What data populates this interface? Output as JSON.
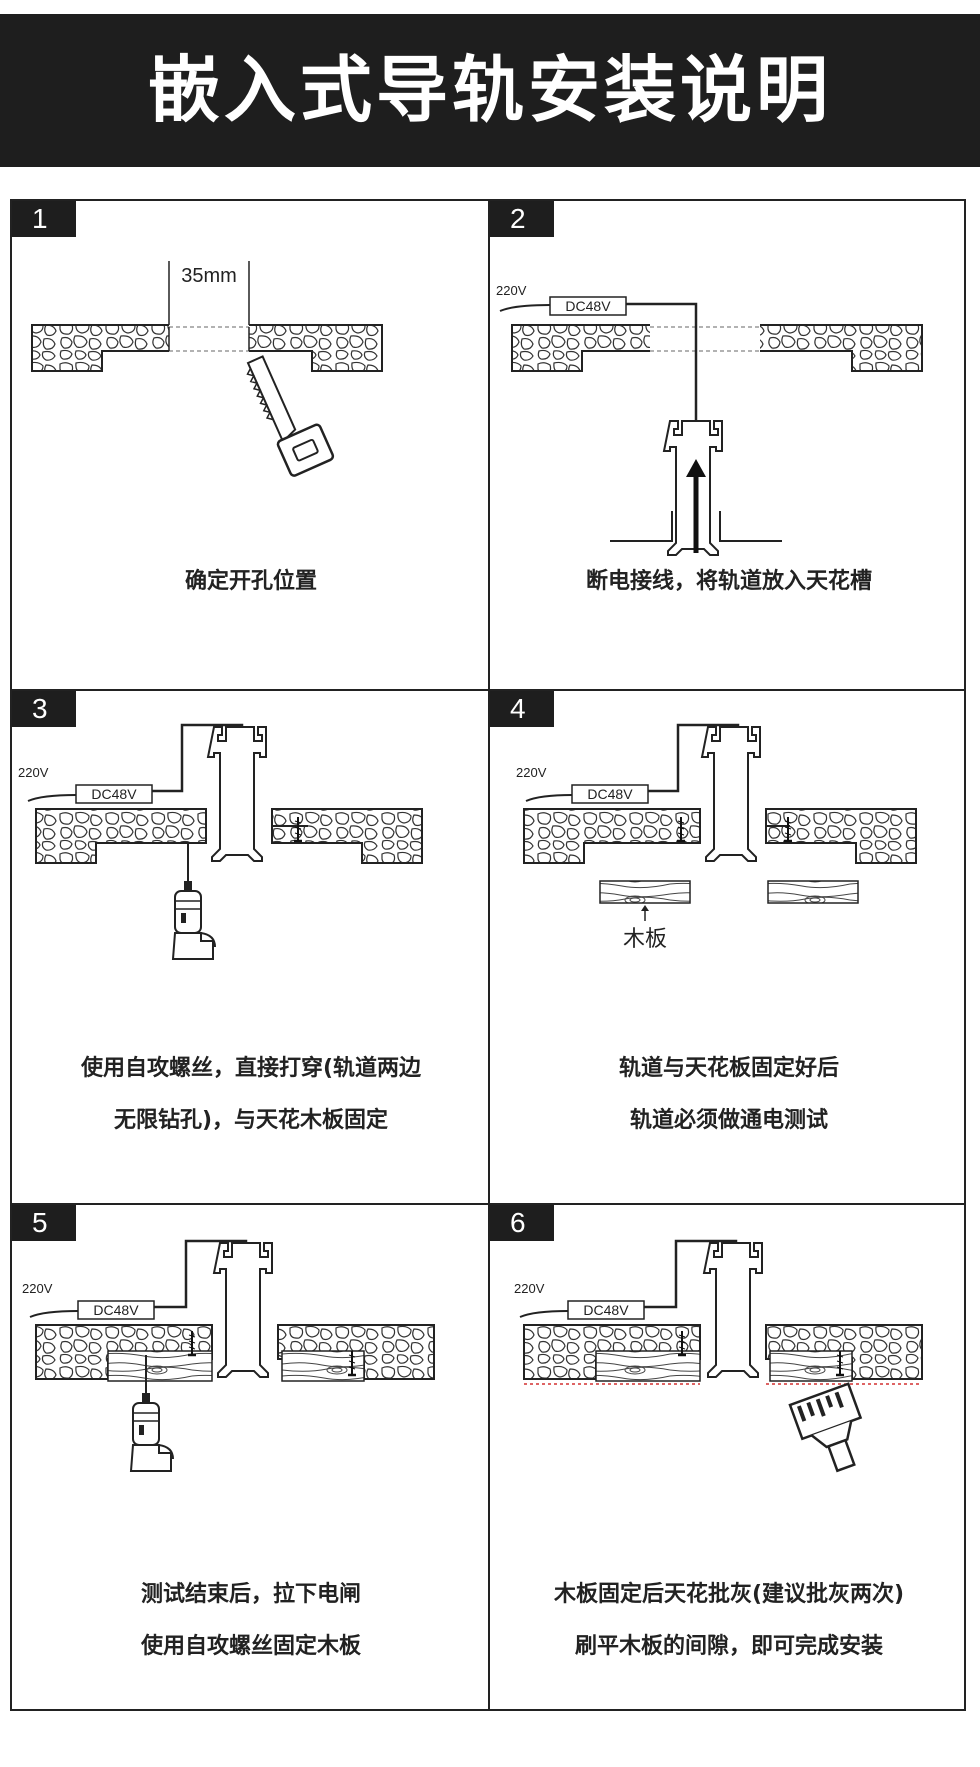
{
  "title": "嵌入式导轨安装说明",
  "steps": [
    {
      "num": "1",
      "caption_lines": [
        "确定开孔位置"
      ],
      "labels": {
        "dim": "35mm"
      }
    },
    {
      "num": "2",
      "caption_lines": [
        "断电接线，将轨道放入天花槽"
      ],
      "labels": {
        "voltage_in": "220V",
        "driver": "DC48V"
      }
    },
    {
      "num": "3",
      "caption_lines": [
        "使用自攻螺丝，直接打穿(轨道两边",
        "无限钻孔)，与天花木板固定"
      ],
      "labels": {
        "voltage_in": "220V",
        "driver": "DC48V"
      }
    },
    {
      "num": "4",
      "caption_lines": [
        "轨道与天花板固定好后",
        "轨道必须做通电测试"
      ],
      "labels": {
        "voltage_in": "220V",
        "driver": "DC48V",
        "wood": "木板"
      }
    },
    {
      "num": "5",
      "caption_lines": [
        "测试结束后，拉下电闸",
        "使用自攻螺丝固定木板"
      ],
      "labels": {
        "voltage_in": "220V",
        "driver": "DC48V"
      }
    },
    {
      "num": "6",
      "caption_lines": [
        "木板固定后天花批灰(建议批灰两次)",
        "刷平木板的间隙，即可完成安装"
      ],
      "labels": {
        "voltage_in": "220V",
        "driver": "DC48V"
      }
    }
  ]
}
